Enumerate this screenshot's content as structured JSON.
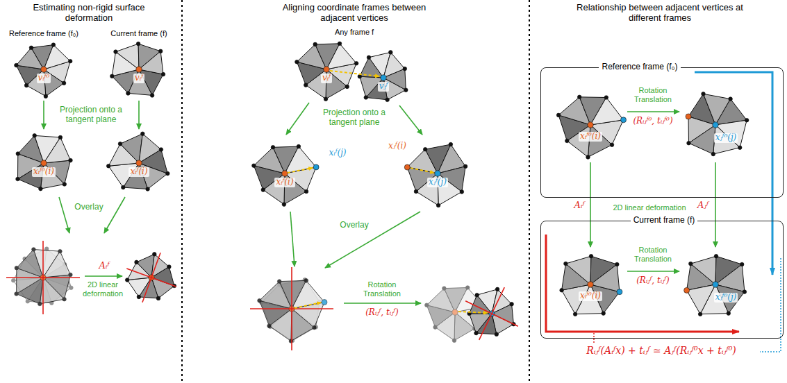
{
  "diagram": {
    "nodes": [
      {
        "text": [
          "Reference frame (f₀)"
        ]
      },
      {
        "text": [
          "Current frame (f)"
        ]
      }
    ],
    "labels": [
      "Estimating non-rigid surface deformation",
      "Reference frame (f₀)",
      "Current frame (f)",
      "vᵢᶠ⁰",
      "vᵢᶠ",
      "Projection onto a tangent plane",
      "xᵢᶠ⁰(i)",
      "xᵢᶠ(i)",
      "Overlay",
      "Aᵢᶠ",
      "2D linear deformation",
      "Aligning coordinate frames between adjacent vertices",
      "Any frame f",
      "vᵢᶠ",
      "vⱼᶠ",
      "Projection onto a tangent plane",
      "xᵢᶠ(i)",
      "xᵢᶠ(j)",
      "xⱼᶠ(i)",
      "xⱼᶠ(j)",
      "Overlay",
      "Rotation Translation",
      "(Rᵢⱼᶠ, tᵢⱼᶠ)",
      "Relationship between adjacent vertices at different frames",
      "xᵢᶠ⁰(i)",
      "Rotation Translation",
      "(Rᵢⱼᶠ⁰, tᵢⱼᶠ⁰)",
      "xⱼᶠ⁰(j)",
      "Aᵢᶠ",
      "2D linear deformation",
      "Aⱼᶠ",
      "xᵢᶠ⁰(i)",
      "Rotation Translation",
      "(Rᵢⱼᶠ, tᵢⱼᶠ)",
      "xⱼᶠ⁰(j)",
      "Rᵢⱼᶠ(Aᵢᶠx) + tᵢⱼᶠ ≃ Aⱼᶠ(Rᵢⱼᶠ⁰x + tᵢⱼᶠ⁰)"
    ]
  }
}
